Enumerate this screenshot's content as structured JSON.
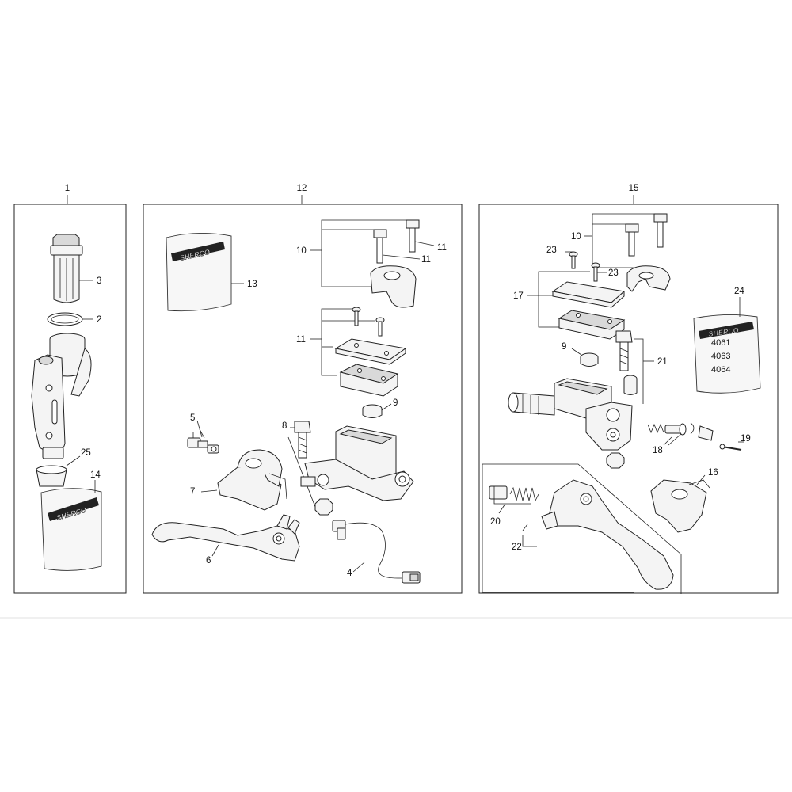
{
  "assemblies": [
    {
      "id": "a1",
      "label": "1"
    },
    {
      "id": "a12",
      "label": "12"
    },
    {
      "id": "a15",
      "label": "15"
    }
  ],
  "callouts": {
    "p1": {
      "c3": "3",
      "c2": "2",
      "c25": "25",
      "c14": "14"
    },
    "p12": {
      "c13": "13",
      "c10": "10",
      "c11a": "11",
      "c11b": "11",
      "c11c": "11",
      "c9": "9",
      "c8": "8",
      "c5": "5",
      "c7": "7",
      "c6": "6",
      "c4": "4"
    },
    "p15": {
      "c10": "10",
      "c23a": "23",
      "c23b": "23",
      "c17": "17",
      "c24": "24",
      "c9": "9",
      "c21": "21",
      "c18": "18",
      "c19": "19",
      "c16": "16",
      "c20": "20",
      "c22": "22"
    }
  },
  "bag_brand": "SHERCO",
  "kit_codes": [
    "4061",
    "4063",
    "4064"
  ]
}
